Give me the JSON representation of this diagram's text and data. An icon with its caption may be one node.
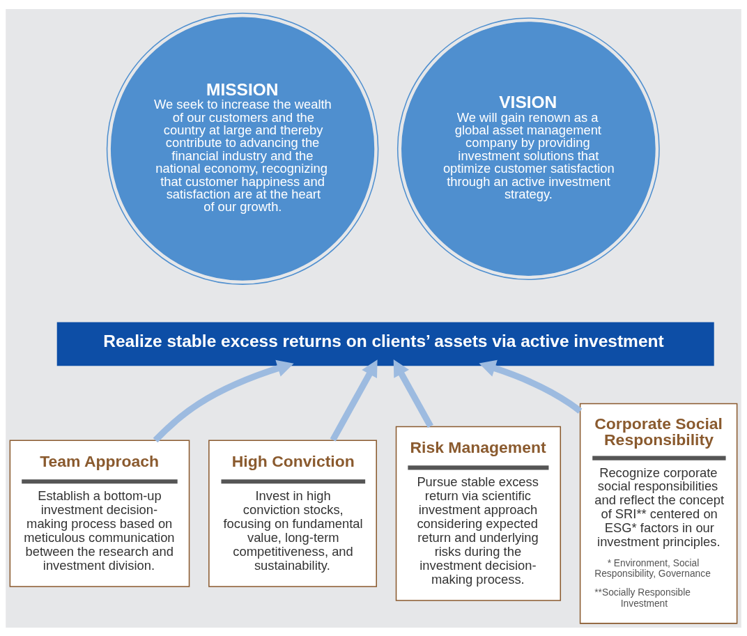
{
  "diagram": {
    "nodes": [
      {
        "text": [
          "MISSION",
          "We seek to increase the wealth of our customers and the country at large and thereby contribute to advancing the financial industry and the national economy, recognizing that customer happiness and satisfaction are at the heart of our growth."
        ]
      },
      {
        "text": [
          "VISION",
          "We will gain renown as a global asset management company by providing investment solutions that optimize customer satisfaction through an active investment strategy."
        ]
      },
      {
        "text": [
          "Realize stable excess returns on clients’ assets via active investment"
        ]
      },
      {
        "text": [
          "Team Approach",
          "Establish a bottom-up investment decision-making process based on meticulous communication between the research and investment division."
        ]
      },
      {
        "text": [
          "High Conviction",
          "Invest in high conviction stocks, focusing on fundamental value, long-term competitiveness, and sustainability."
        ]
      },
      {
        "text": [
          "Risk Management",
          "Pursue stable excess return via scientific investment approach considering expected return and underlying risks during the investment decision-making process."
        ]
      },
      {
        "text": [
          "Corporate Social Responsibility",
          "Recognize corporate social responsibilities and reflect the concept of SRI** centered on ESG* factors in our investment principles.",
          "* Environment, Social Responsibility, Governance",
          "**Socially Responsible Investment"
        ]
      }
    ],
    "edges": [
      {
        "from": 3,
        "to": 2,
        "arrow": "to"
      },
      {
        "from": 4,
        "to": 2,
        "arrow": "to"
      },
      {
        "from": 5,
        "to": 2,
        "arrow": "to"
      },
      {
        "from": 6,
        "to": 2,
        "arrow": "to"
      }
    ]
  }
}
